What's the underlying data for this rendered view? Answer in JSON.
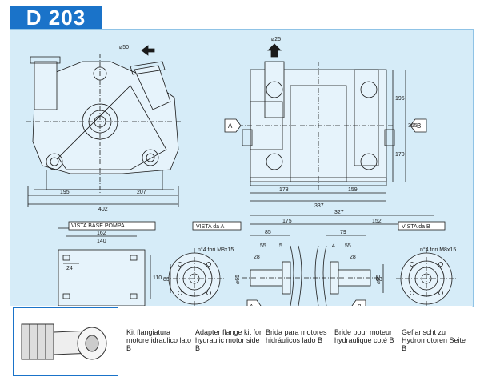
{
  "model": "D 203",
  "labels": {
    "vista_base_pompa": "VISTA BASE POMPA",
    "vista_da_a": "VISTA da A",
    "vista_da_b": "VISTA da B",
    "holes_a": "n°4 fori M8x15",
    "holes_b": "n°4 fori M8x15",
    "arrow_a": "A",
    "arrow_b": "B"
  },
  "dimensions": {
    "d50": "⌀50",
    "d25": "⌀25",
    "w195": "195",
    "w207": "207",
    "w402": "402",
    "w178": "178",
    "w159": "159",
    "w337": "337",
    "h195": "195",
    "h170": "170",
    "h365": "365",
    "b162": "162",
    "b140": "140",
    "b24": "24",
    "b110": "110",
    "h83a": "83",
    "w83a": "83",
    "w327": "327",
    "w175": "175",
    "w152": "152",
    "w85": "85",
    "w79": "79",
    "w55a": "55",
    "w5a": "5",
    "w28a": "28",
    "w4": "4",
    "w55b": "55",
    "w28b": "28",
    "d65a": "⌀65",
    "d65b": "⌀65",
    "h83b": "83",
    "w83b": "83"
  },
  "captions": [
    "Kit flangiatura motore idraulico lato B",
    "Adapter flange kit for hydraulic motor side B",
    "Brida para motores hidráulicos lado B",
    "Bride pour moteur hydraulique coté B",
    "Geflanscht zu Hydromotoren Seite B"
  ],
  "colors": {
    "accent": "#1a73c9",
    "drawing_bg": "#d6ecf8"
  },
  "icons": [
    "flange-kit-photo",
    "arrow-in-icon"
  ]
}
